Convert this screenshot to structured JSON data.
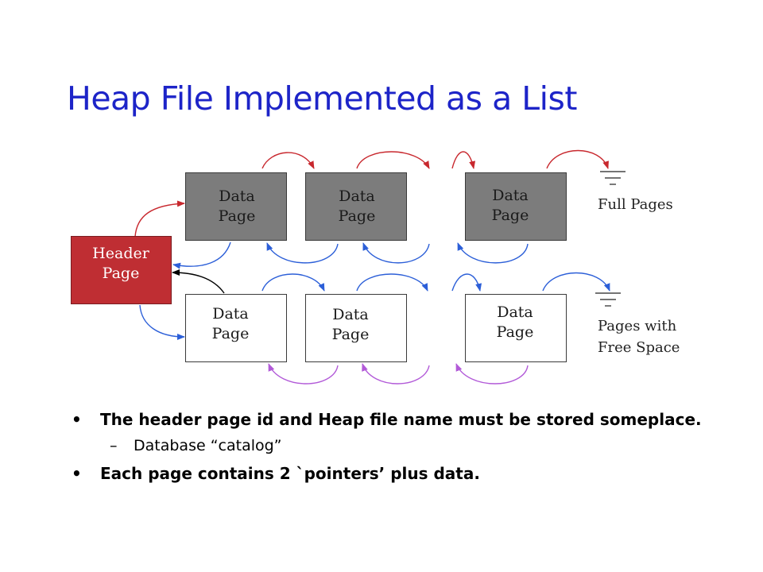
{
  "title": "Heap File Implemented as a List",
  "header_page": {
    "label": "Header Page"
  },
  "data_page_label": "Data Page",
  "full_pages": {
    "label": "Full Pages",
    "count": 3
  },
  "free_pages": {
    "label_line1": "Pages with",
    "label_line2": "Free Space",
    "count": 3
  },
  "bullets": [
    {
      "text": "The header page id and Heap file name must be stored someplace."
    },
    {
      "sub": "Database “catalog”"
    },
    {
      "text": "Each page contains 2 `pointers’ plus data."
    }
  ],
  "colors": {
    "title": "#1d24c8",
    "header_fill": "#bf2e33",
    "full_fill": "#7c7c7c",
    "next_arrow": "#c8282e",
    "prev_arrow": "#2c5fd8",
    "free_prev_arrow": "#b25ad8",
    "back_arrow": "#000000"
  }
}
